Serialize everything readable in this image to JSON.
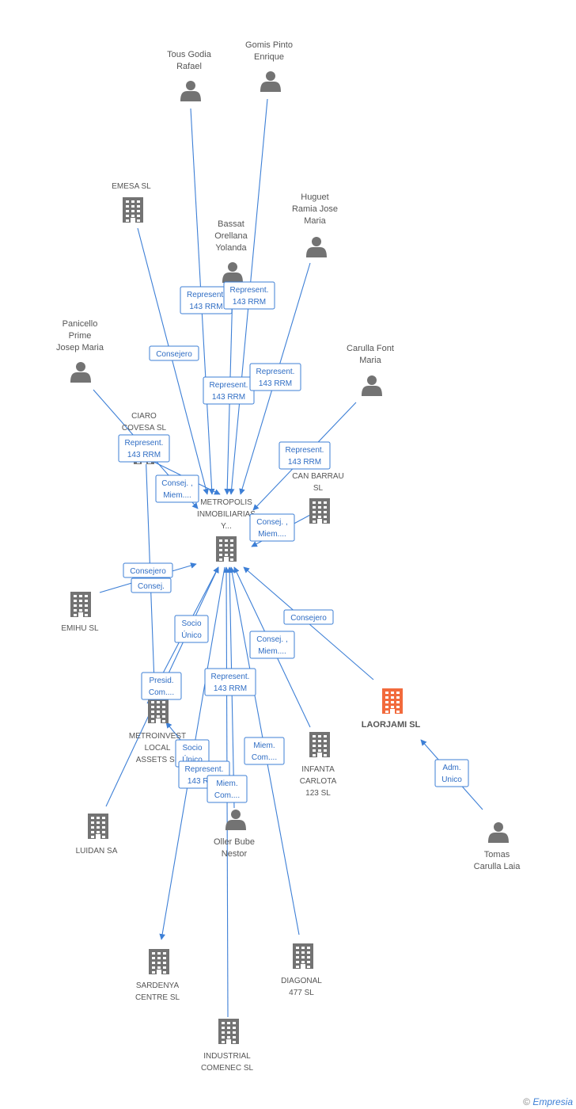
{
  "colors": {
    "edge": "#3d7fd6",
    "node": "#737373",
    "focus": "#f26a3c"
  },
  "nodes": [
    {
      "id": "tous",
      "type": "person",
      "lines": [
        "Tous Godia",
        "Rafael"
      ]
    },
    {
      "id": "gomis",
      "type": "person",
      "lines": [
        "Gomis Pinto",
        "Enrique"
      ]
    },
    {
      "id": "emesa",
      "type": "company",
      "lines": [
        "EMESA SL"
      ]
    },
    {
      "id": "huguet",
      "type": "person",
      "lines": [
        "Huguet",
        "Ramia Jose",
        "Maria"
      ]
    },
    {
      "id": "bassat",
      "type": "person",
      "lines": [
        "Bassat",
        "Orellana",
        "Yolanda"
      ]
    },
    {
      "id": "panicello",
      "type": "person",
      "lines": [
        "Panicello",
        "Prime",
        "Josep Maria"
      ]
    },
    {
      "id": "carulla_font",
      "type": "person",
      "lines": [
        "Carulla Font",
        "Maria"
      ]
    },
    {
      "id": "ciaro",
      "type": "company",
      "lines": [
        "CIARO",
        "COVESA SL"
      ]
    },
    {
      "id": "can_barrau",
      "type": "company",
      "lines": [
        "CAN BARRAU",
        "SL"
      ]
    },
    {
      "id": "metropolis",
      "type": "company",
      "lines": [
        "METROPOLIS",
        "INMOBILIARIAS",
        "Y..."
      ]
    },
    {
      "id": "emihu",
      "type": "company",
      "lines": [
        "EMIHU  SL"
      ]
    },
    {
      "id": "laorjami",
      "type": "company",
      "focus": true,
      "lines": [
        "LAORJAMI SL"
      ]
    },
    {
      "id": "metroinvest",
      "type": "company",
      "lines": [
        "METROINVEST",
        "LOCAL",
        "ASSETS SL"
      ]
    },
    {
      "id": "infanta",
      "type": "company",
      "lines": [
        "INFANTA",
        "CARLOTA",
        "123 SL"
      ]
    },
    {
      "id": "luidan",
      "type": "company",
      "lines": [
        "LUIDAN SA"
      ]
    },
    {
      "id": "oller",
      "type": "person",
      "lines": [
        "Oller Bube",
        "Nestor"
      ]
    },
    {
      "id": "tomas",
      "type": "person",
      "lines": [
        "Tomas",
        "Carulla Laia"
      ]
    },
    {
      "id": "sardenya",
      "type": "company",
      "lines": [
        "SARDENYA",
        "CENTRE SL"
      ]
    },
    {
      "id": "diagonal",
      "type": "company",
      "lines": [
        "DIAGONAL",
        "477 SL"
      ]
    },
    {
      "id": "industrial",
      "type": "company",
      "lines": [
        "INDUSTRIAL",
        "COMENEC  SL"
      ]
    }
  ],
  "edges": [
    {
      "from": "tous",
      "to": "metropolis",
      "lines": [
        "Represent.",
        "143 RRM"
      ]
    },
    {
      "from": "gomis",
      "to": "metropolis",
      "lines": [
        "Represent.",
        "143 RRM"
      ]
    },
    {
      "from": "emesa",
      "to": "metropolis",
      "lines": [
        "Consejero"
      ]
    },
    {
      "from": "bassat",
      "to": "metropolis",
      "lines": [
        "Represent.",
        "143 RRM"
      ]
    },
    {
      "from": "huguet",
      "to": "metropolis",
      "lines": [
        "Represent.",
        "143 RRM"
      ]
    },
    {
      "from": "panicello",
      "to": "metropolis",
      "lines": [
        "Consej. ,",
        "Miem...."
      ]
    },
    {
      "from": "carulla_font",
      "to": "metropolis",
      "lines": [
        "Represent.",
        "143 RRM"
      ]
    },
    {
      "from": "ciaro",
      "to": "metropolis",
      "lines": [
        "Represent.",
        "143 RRM"
      ]
    },
    {
      "from": "can_barrau",
      "to": "metropolis",
      "lines": [
        "Consej. ,",
        "Miem...."
      ]
    },
    {
      "from": "emihu",
      "to": "metropolis",
      "lines": [
        "Consejero"
      ]
    },
    {
      "from": "metroinvest",
      "to": "metropolis",
      "lines": [
        "Consej."
      ]
    },
    {
      "from": "laorjami",
      "to": "metropolis",
      "lines": [
        "Consejero"
      ]
    },
    {
      "from": "luidan",
      "to": "metropolis",
      "lines": [
        "Socio",
        "Único"
      ]
    },
    {
      "from": "infanta",
      "to": "metropolis",
      "lines": [
        "Consej. ,",
        "Miem...."
      ]
    },
    {
      "from": "metroinvest",
      "to": "metropolis",
      "lines": [
        "Presid.",
        "Com...."
      ]
    },
    {
      "from": "oller",
      "to": "metropolis",
      "lines": [
        "Represent.",
        "143 RRM"
      ]
    },
    {
      "from": "diagonal",
      "to": "metropolis",
      "lines": [
        "Miem.",
        "Com...."
      ]
    },
    {
      "from": "metropolis",
      "to": "sardenya",
      "lines": [
        "Socio",
        "Único"
      ]
    },
    {
      "from": "oller",
      "to": "metroinvest",
      "lines": [
        "Represent.",
        "143 RRM"
      ]
    },
    {
      "from": "industrial",
      "to": "metropolis",
      "lines": [
        "Miem.",
        "Com...."
      ]
    },
    {
      "from": "tomas",
      "to": "laorjami",
      "lines": [
        "Adm.",
        "Unico"
      ]
    }
  ],
  "footer": {
    "copyright": "©",
    "brand": "Empresia"
  }
}
